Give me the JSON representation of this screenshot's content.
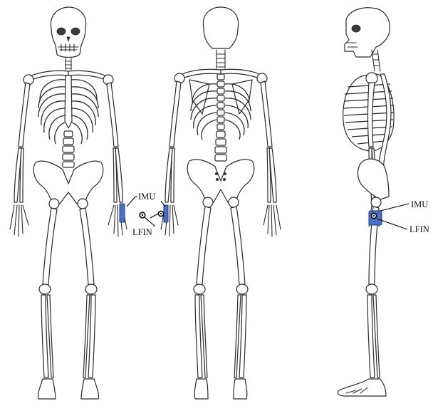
{
  "sensor": {
    "imu_color": "#4a6fc4",
    "imu_stroke": "#1f3d85"
  },
  "labels": {
    "front": {
      "imu": "IMU",
      "lfin": "LFIN"
    },
    "side": {
      "imu": "IMU",
      "lfin": "LFIN"
    }
  }
}
